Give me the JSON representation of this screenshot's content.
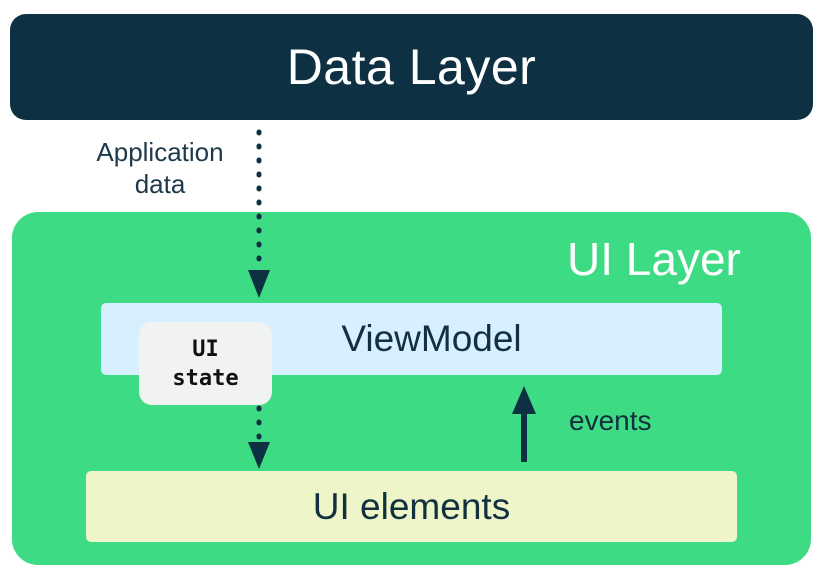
{
  "data_layer": {
    "title": "Data Layer"
  },
  "application_data": {
    "line1": "Application",
    "line2": "data"
  },
  "ui_layer": {
    "title": "UI Layer"
  },
  "viewmodel": {
    "label": "ViewModel"
  },
  "ui_state": {
    "line1": "UI",
    "line2": "state"
  },
  "events": {
    "label": "events"
  },
  "ui_elements": {
    "label": "UI elements"
  },
  "colors": {
    "data_layer_bg": "#0d3042",
    "ui_layer_bg": "#3ddc84",
    "viewmodel_bg": "#d8efff",
    "ui_elements_bg": "#eef5c8",
    "arrow": "#0d3042"
  }
}
